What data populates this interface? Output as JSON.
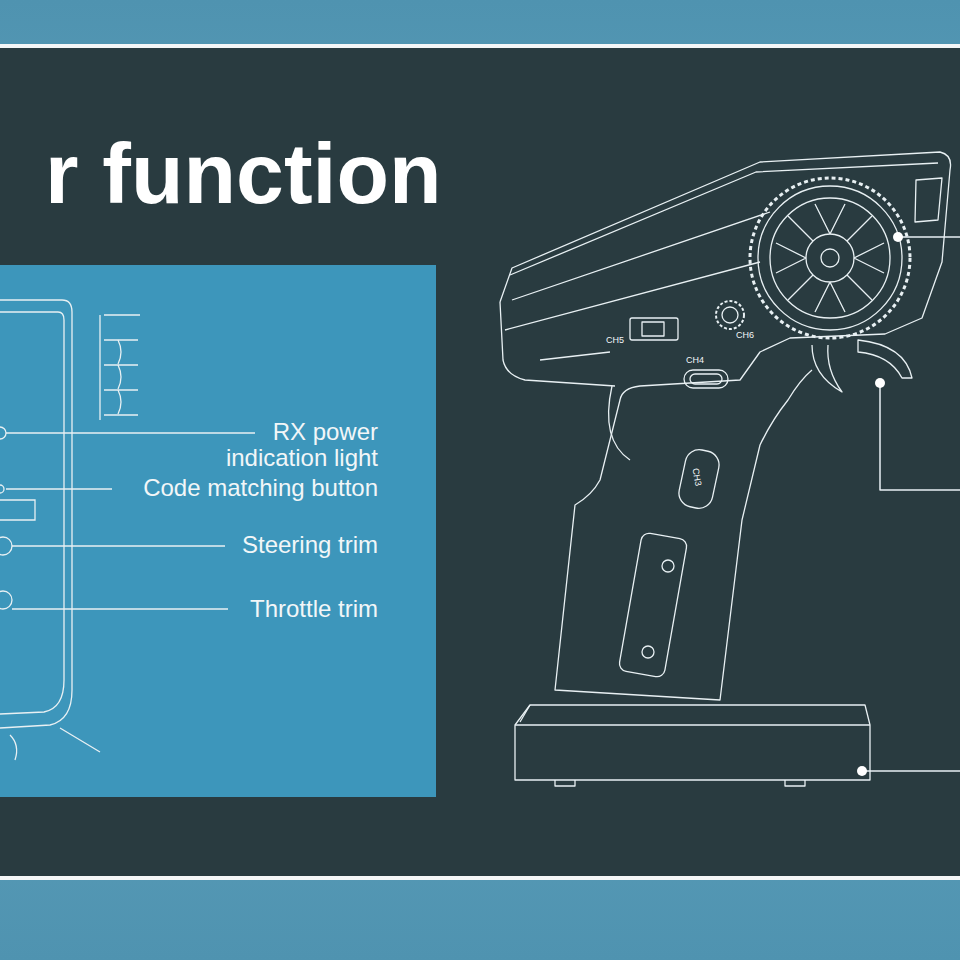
{
  "diagram": {
    "title": "r function",
    "labels": [
      "RX power indication light",
      "Code matching button",
      "Steering trim",
      "Throttle trim",
      "CH5",
      "CH4",
      "CH6",
      "CH3"
    ]
  }
}
